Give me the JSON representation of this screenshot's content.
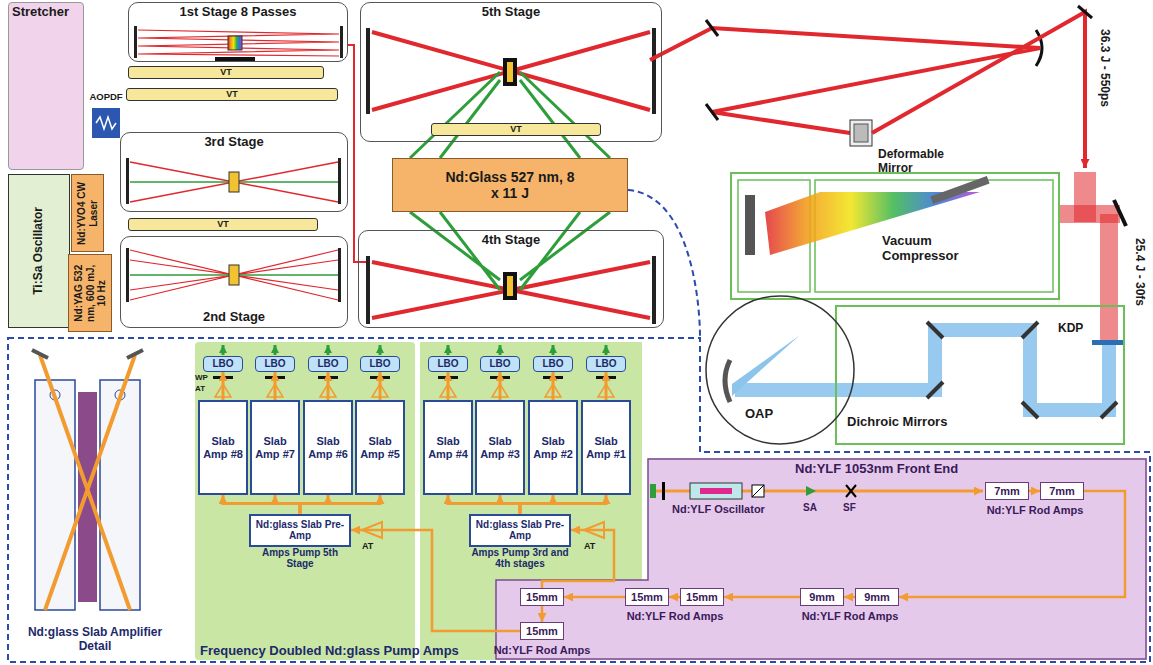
{
  "diagram": {
    "nodes": [
      {
        "text": [
          "Stretcher"
        ]
      },
      {
        "text": [
          "1st Stage 8 Passes"
        ]
      },
      {
        "text": [
          "AOPDF"
        ]
      },
      {
        "text": [
          "Ti:Sa Oscillator"
        ]
      },
      {
        "text": [
          "Nd:YVO4 CW Laser"
        ]
      },
      {
        "text": [
          "Nd:YAG 532 nm, 600 mJ, 10 Hz"
        ]
      },
      {
        "text": [
          "VT"
        ]
      },
      {
        "text": [
          "VT"
        ]
      },
      {
        "text": [
          "3rd Stage"
        ]
      },
      {
        "text": [
          "VT"
        ]
      },
      {
        "text": [
          "2nd Stage"
        ]
      },
      {
        "text": [
          "5th Stage"
        ]
      },
      {
        "text": [
          "VT"
        ],
        "in": 11
      },
      {
        "text": [
          "Nd:Glass 527 nm, 8 x 11 J"
        ]
      },
      {
        "text": [
          "4th Stage"
        ]
      },
      {
        "text": [
          "Vacuum Compressor"
        ]
      },
      {
        "text": [
          "Dichroic Mirrors"
        ]
      },
      {
        "text": [
          "OAP"
        ]
      },
      {
        "text": [
          "Slab Amp #8"
        ]
      },
      {
        "text": [
          "Slab Amp #7"
        ]
      },
      {
        "text": [
          "Slab Amp #6"
        ]
      },
      {
        "text": [
          "Slab Amp #5"
        ]
      },
      {
        "text": [
          "Slab Amp #4"
        ]
      },
      {
        "text": [
          "Slab Amp #3"
        ]
      },
      {
        "text": [
          "Slab Amp #2"
        ]
      },
      {
        "text": [
          "Slab Amp #1"
        ]
      },
      {
        "text": [
          "LBO"
        ]
      },
      {
        "text": [
          "LBO"
        ]
      },
      {
        "text": [
          "LBO"
        ]
      },
      {
        "text": [
          "LBO"
        ]
      },
      {
        "text": [
          "LBO"
        ]
      },
      {
        "text": [
          "LBO"
        ]
      },
      {
        "text": [
          "LBO"
        ]
      },
      {
        "text": [
          "LBO"
        ]
      },
      {
        "text": [
          "Nd:glass Slab Pre-Amp",
          "Amps Pump 5th Stage"
        ]
      },
      {
        "text": [
          "Nd:glass Slab Pre-Amp",
          "Amps Pump 3rd and 4th stages"
        ]
      },
      {
        "text": [
          "Nd:YLF 1053nm Front End"
        ]
      },
      {
        "text": [
          "7mm"
        ],
        "in": 36
      },
      {
        "text": [
          "7mm"
        ],
        "in": 36
      },
      {
        "text": [
          "9mm"
        ],
        "in": 36
      },
      {
        "text": [
          "9mm"
        ],
        "in": 36
      },
      {
        "text": [
          "15mm"
        ],
        "in": 36
      },
      {
        "text": [
          "15mm"
        ],
        "in": 36
      },
      {
        "text": [
          "15mm"
        ],
        "in": 36
      },
      {
        "text": [
          "15mm"
        ],
        "in": 36
      }
    ],
    "edges": [
      {
        "from": 18,
        "to": 26,
        "arrow": "to"
      },
      {
        "from": 19,
        "to": 27,
        "arrow": "to"
      },
      {
        "from": 20,
        "to": 28,
        "arrow": "to"
      },
      {
        "from": 21,
        "to": 29,
        "arrow": "to"
      },
      {
        "from": 22,
        "to": 30,
        "arrow": "to"
      },
      {
        "from": 23,
        "to": 31,
        "arrow": "to"
      },
      {
        "from": 24,
        "to": 32,
        "arrow": "to"
      },
      {
        "from": 25,
        "to": 33,
        "arrow": "to"
      },
      {
        "from": 34,
        "to": 18,
        "arrow": "to"
      },
      {
        "from": 34,
        "to": 19,
        "arrow": "to"
      },
      {
        "from": 34,
        "to": 20,
        "arrow": "to"
      },
      {
        "from": 34,
        "to": 21,
        "arrow": "to"
      },
      {
        "from": 35,
        "to": 22,
        "arrow": "to"
      },
      {
        "from": 35,
        "to": 23,
        "arrow": "to"
      },
      {
        "from": 35,
        "to": 24,
        "arrow": "to"
      },
      {
        "from": 35,
        "to": 25,
        "arrow": "to"
      },
      {
        "from": 37,
        "to": 38,
        "arrow": "to"
      },
      {
        "from": 38,
        "to": 40,
        "arrow": "to"
      },
      {
        "from": 40,
        "to": 39,
        "arrow": "to"
      },
      {
        "from": 39,
        "to": 42,
        "arrow": "to"
      },
      {
        "from": 42,
        "to": 41,
        "arrow": "to"
      },
      {
        "from": 41,
        "to": 43,
        "arrow": "to"
      },
      {
        "from": 43,
        "to": 44,
        "arrow": "to"
      },
      {
        "from": 43,
        "to": 35,
        "arrow": "to"
      },
      {
        "from": 44,
        "to": 34,
        "arrow": "to"
      }
    ],
    "labels": [
      "36.3 J - 550ps",
      "Deformable Mirror",
      "25.4 J - 30fs",
      "KDP",
      "Nd:glass Slab Amplifier Detail",
      "Frequency Doubled Nd:glass Pump Amps",
      "WP",
      "AT",
      "AT",
      "AT",
      "Nd:YLF Oscillator",
      "SA",
      "SF",
      "Nd:YLF Rod Amps",
      "Nd:YLF Rod Amps",
      "Nd:YLF Rod Amps",
      "Nd:YLF Rod Amps"
    ]
  }
}
